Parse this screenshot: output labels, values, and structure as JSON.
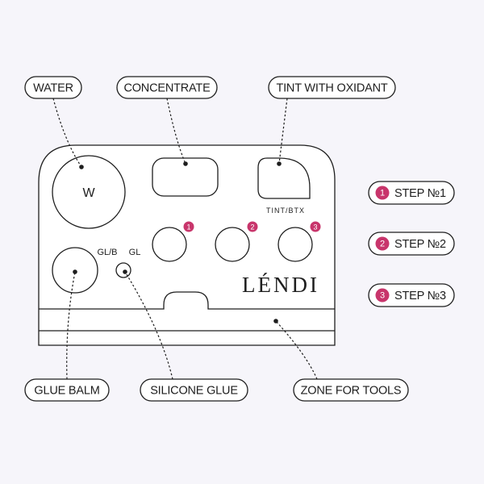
{
  "labels": {
    "water": "WATER",
    "concentrate": "CONCENTRATE",
    "tint_oxidant": "TINT WITH OXIDANT",
    "glue_balm": "GLUE BALM",
    "silicone_glue": "SILICONE GLUE",
    "zone_tools": "ZONE FOR TOOLS"
  },
  "steps": [
    {
      "num": "1",
      "label": "STEP №1"
    },
    {
      "num": "2",
      "label": "STEP №2"
    },
    {
      "num": "3",
      "label": "STEP №3"
    }
  ],
  "palette": {
    "water_well_letter": "W",
    "tint_caption": "TINT/BTX",
    "glb_label": "GL/B",
    "gl_label": "GL",
    "brand": "LÉNDI"
  },
  "colors": {
    "background": "#f6f5fa",
    "accent": "#c8356b",
    "line": "#1e1e1e",
    "pill_fill": "#ffffff"
  }
}
